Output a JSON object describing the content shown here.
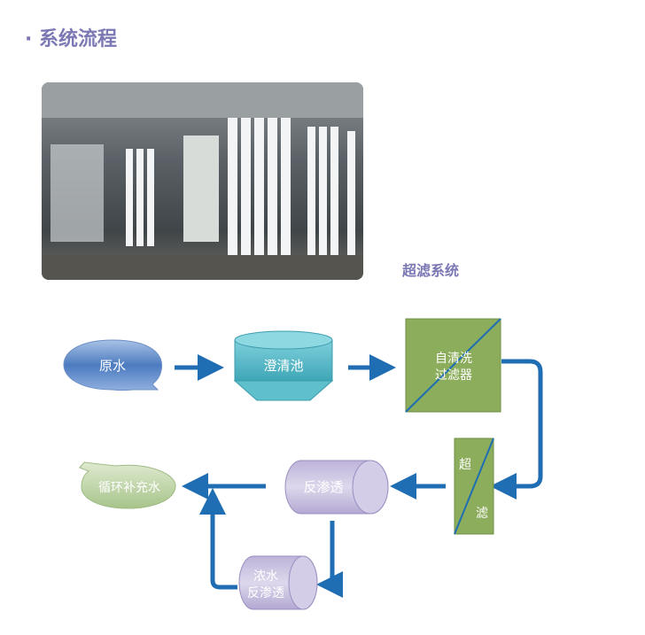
{
  "title": "· 系统流程",
  "photo_caption": "超滤系统",
  "nodes": {
    "raw_water": "原水",
    "clarifier": "澄清池",
    "filter_line1": "自清洗",
    "filter_line2": "过滤器",
    "uf_top": "超",
    "uf_bottom": "滤",
    "ro": "反渗透",
    "makeup_water": "循环补充水",
    "conc_line1": "浓水",
    "conc_line2": "反渗透"
  },
  "colors": {
    "arrow": "#1f6db3",
    "title": "#7b78b4",
    "filter": "#8cad5c",
    "ro": "#c4bcdc",
    "clarifier": "#4fb3c2",
    "raw": "#5d87c4"
  }
}
